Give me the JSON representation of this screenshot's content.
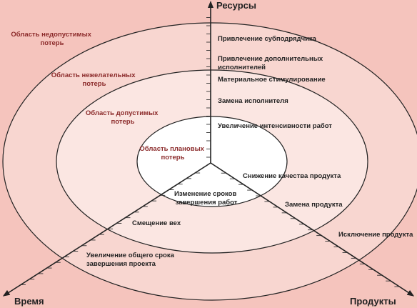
{
  "colors": {
    "background": "#f5c4bd",
    "ring_outer": "#f8d6d0",
    "ring_middle": "#fbe6e2",
    "ring_inner": "#fdf2f0",
    "ring_center": "#ffffff",
    "zone_text": "#8b2a2a",
    "line": "#222222"
  },
  "zones": {
    "unacceptable": [
      "Область недопустимых",
      "потерь"
    ],
    "undesirable": [
      "Область нежелательных",
      "потерь"
    ],
    "acceptable": [
      "Область допустимых",
      "потерь"
    ],
    "planned": [
      "Область плановых",
      "потерь"
    ]
  },
  "axes": {
    "resources": "Ресурсы",
    "time": "Время",
    "products": "Продукты"
  },
  "resources_items": [
    [
      "Привлечение субподрядчика"
    ],
    [
      "Привлечение дополнительных",
      "исполнителей"
    ],
    [
      "Материальное стимулирование"
    ],
    [
      "Замена исполнителя"
    ],
    [
      "Увеличение интенсивности работ"
    ]
  ],
  "time_items": [
    [
      "Изменение сроков",
      "завершения работ"
    ],
    [
      "Смещение вех"
    ],
    [
      "Увеличение общего срока",
      "завершения проекта"
    ]
  ],
  "product_items": [
    [
      "Снижение качества продукта"
    ],
    [
      "Замена продукта"
    ],
    [
      "Исключение продукта"
    ]
  ]
}
